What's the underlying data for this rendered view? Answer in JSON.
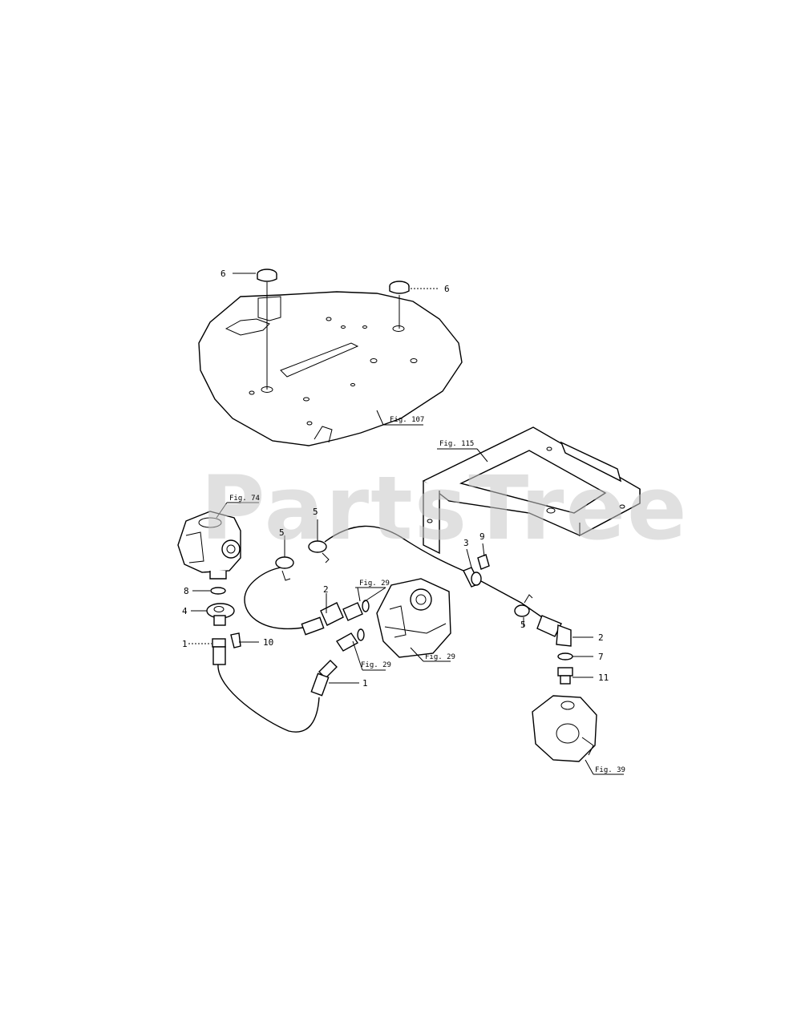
{
  "watermark": "PartsTree",
  "callouts": {
    "c6a": "6",
    "c6b": "6",
    "c5a": "5",
    "c5b": "5",
    "c5c": "5",
    "c8": "8",
    "c4": "4",
    "c1a": "1",
    "c1b": "1",
    "c10": "10",
    "c2a": "2",
    "c2b": "2",
    "c3": "3",
    "c9": "9",
    "c7": "7",
    "c11": "11"
  },
  "figrefs": {
    "fig107": "Fig. 107",
    "fig115": "Fig. 115",
    "fig74": "Fig. 74",
    "fig29a": "Fig. 29",
    "fig29b": "Fig. 29",
    "fig29c": "Fig. 29",
    "fig39": "Fig. 39"
  }
}
